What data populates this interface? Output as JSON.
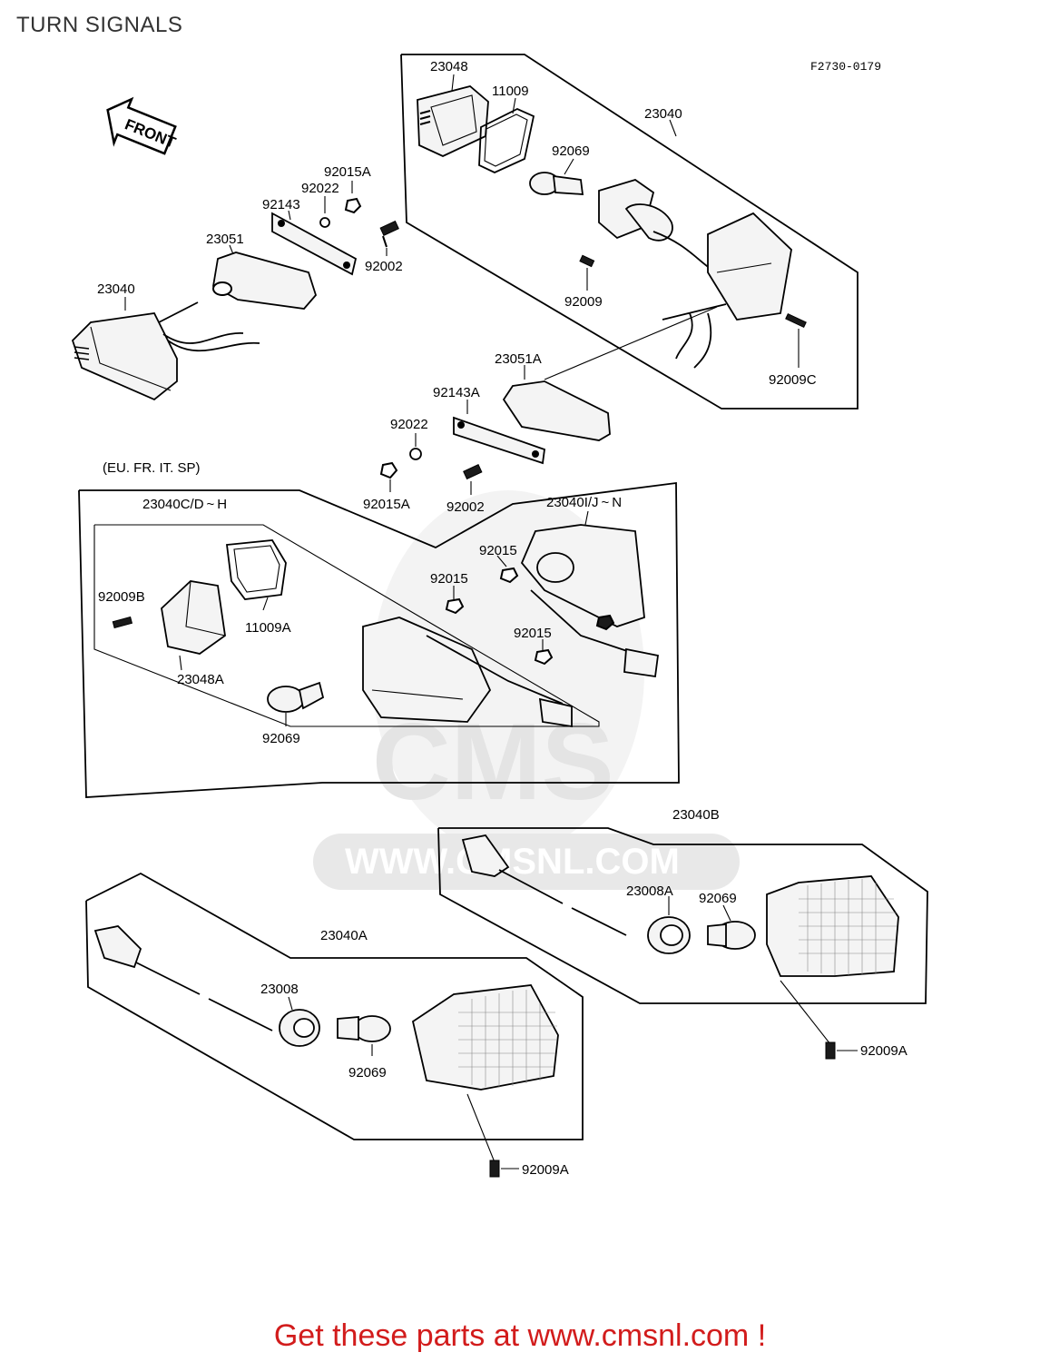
{
  "title": "TURN SIGNALS",
  "diagram_code": "F2730-0179",
  "front_arrow": "FRONT",
  "variant_note": "(EU. FR. IT. SP)",
  "watermark": {
    "brand": "CMS",
    "url": "WWW.CMSNL.COM"
  },
  "parts": {
    "p23048": "23048",
    "p11009": "11009",
    "p23040_top": "23040",
    "p92069_top": "92069",
    "p92009_top": "92009",
    "p92009C": "92009C",
    "p92015A_top": "92015A",
    "p92022_top": "92022",
    "p92143": "92143",
    "p23051": "23051",
    "p92002_top": "92002",
    "p23040_left": "23040",
    "p23051A": "23051A",
    "p92143A": "92143A",
    "p92022_mid": "92022",
    "p92015A_mid": "92015A",
    "p92002_mid": "92002",
    "p23040CDH": "23040C/D ~ H",
    "p23040IJN": "23040I/J ~ N",
    "p92015_a": "92015",
    "p92015_b": "92015",
    "p92015_c": "92015",
    "p92009B": "92009B",
    "p11009A": "11009A",
    "p23048A": "23048A",
    "p92069_eu": "92069",
    "p23040B": "23040B",
    "p23008A": "23008A",
    "p92069_b": "92069",
    "p92009A_b": "92009A",
    "p23040A": "23040A",
    "p23008": "23008",
    "p92069_a": "92069",
    "p92009A_a": "92009A"
  },
  "footer": "Get these parts at www.cmsnl.com !"
}
